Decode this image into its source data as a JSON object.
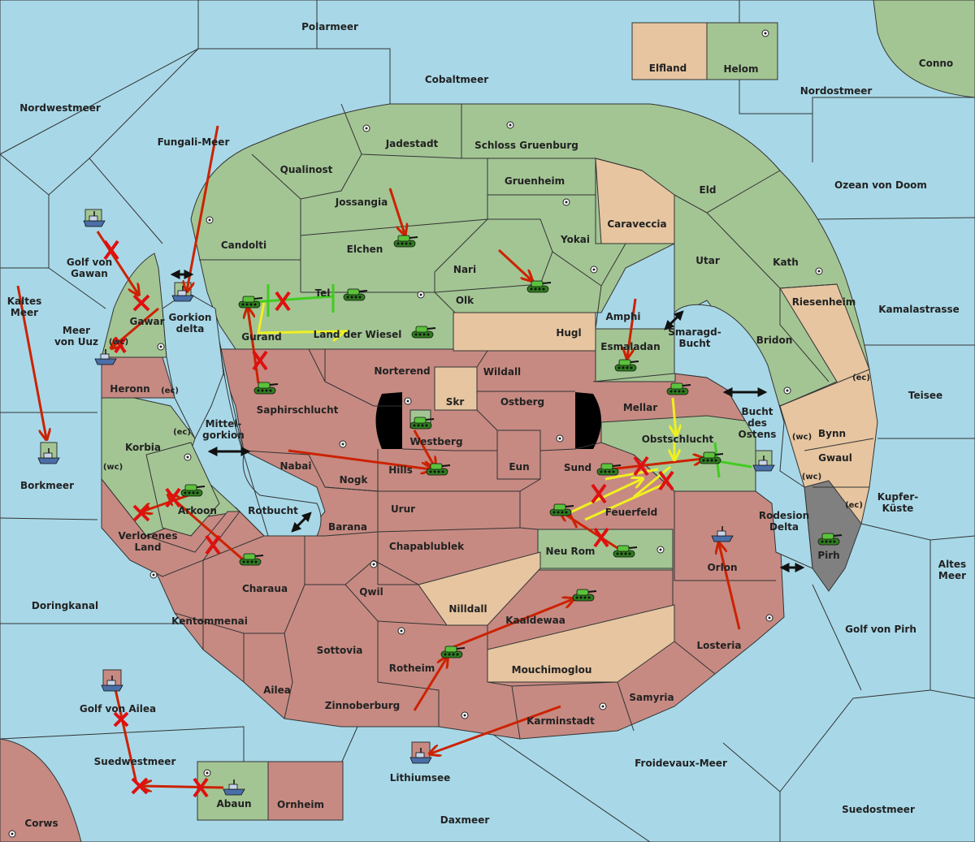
{
  "regions": {
    "polarmeer": "Polarmeer",
    "cobaltmeer": "Cobaltmeer",
    "elfland": "Elfland",
    "helom": "Helom",
    "conno": "Conno",
    "nordostmeer": "Nordostmeer",
    "nordwestmeer": "Nordwestmeer",
    "fungali": "Fungali-Meer",
    "jadestadt": "Jadestadt",
    "schloss": "Schloss Gruenburg",
    "qualinost": "Qualinost",
    "gruenheim": "Gruenheim",
    "eld": "Eld",
    "ozean": "Ozean von Doom",
    "jossangia": "Jossangia",
    "caraveccia": "Caraveccia",
    "candolti": "Candolti",
    "elchen": "Elchen",
    "yokai": "Yokai",
    "utar": "Utar",
    "kath": "Kath",
    "golf_gawan": "Golf von\nGawan",
    "nari": "Nari",
    "kaltes": "Kaltes\nMeer",
    "tel": "Tel",
    "olk": "Olk",
    "riesenheim": "Riesenheim",
    "kamala": "Kamalastrasse",
    "gorkion_delta": "Gorkion\ndelta",
    "gawar": "Gawar",
    "amphi": "Amphi",
    "meer_uuz": "Meer\nvon Uuz",
    "gurand": "Gurand",
    "land_wiesel": "Land der Wiesel",
    "hugl": "Hugl",
    "smaragd": "Smaragd-\nBucht",
    "bridon": "Bridon",
    "esmaladan": "Esmaladan",
    "norterend": "Norterend",
    "wildall": "Wildall",
    "heronn": "Heronn",
    "skr": "Skr",
    "ostberg": "Ostberg",
    "mellar": "Mellar",
    "teisee": "Teisee",
    "saphirschlucht": "Saphirschlucht",
    "bucht_ostens": "Bucht\ndes\nOstens",
    "mittelgorkion": "Mittel-\ngorkion",
    "westberg": "Westberg",
    "bynn": "Bynn",
    "korbia": "Korbia",
    "obstschlucht": "Obstschlucht",
    "gwaul": "Gwaul",
    "nabai": "Nabai",
    "hills": "Hills",
    "eun": "Eun",
    "sund": "Sund",
    "borkmeer": "Borkmeer",
    "nogk": "Nogk",
    "kupfer": "Kupfer-\nKüste",
    "arkoon": "Arkoon",
    "rotbucht": "Rotbucht",
    "urur": "Urur",
    "feuerfeld": "Feuerfeld",
    "rodesion": "Rodesion\nDelta",
    "verlorenes": "Verlorenes\nLand",
    "barana": "Barana",
    "chapablublek": "Chapablublek",
    "neu_rom": "Neu Rom",
    "pirh": "Pirh",
    "altes": "Altes\nMeer",
    "orlon": "Orlon",
    "charaua": "Charaua",
    "qwil": "Qwil",
    "doringkanal": "Doringkanal",
    "nilldall": "Nilldall",
    "kentommenai": "Kentommenai",
    "kaaldewaa": "Kaaldewaa",
    "golf_pirh": "Golf von Pirh",
    "losteria": "Losteria",
    "sottovia": "Sottovia",
    "rotheim": "Rotheim",
    "mouchimoglou": "Mouchimoglou",
    "ailea": "Ailea",
    "samyria": "Samyria",
    "golf_ailea": "Golf von Ailea",
    "zinnoberburg": "Zinnoberburg",
    "karminstadt": "Karminstadt",
    "suedwestmeer": "Suedwestmeer",
    "froidevaux": "Froidevaux-Meer",
    "lithiumsee": "Lithiumsee",
    "abaun": "Abaun",
    "ornheim": "Ornheim",
    "corws": "Corws",
    "daxmeer": "Daxmeer",
    "suedostmeer": "Suedostmeer"
  },
  "coast_marks": {
    "wc": "(wc)",
    "ec": "(ec)"
  },
  "colors": {
    "sea": "#a8d8e8",
    "green_power": "#a3c594",
    "red_power": "#c68a82",
    "neutral": "#e6c5a0",
    "impassable": "#808080",
    "move_red": "#cc2200",
    "support_yellow": "#f0f020",
    "convoy_green": "#40cc20"
  },
  "unit_icons": [
    "tank-icon",
    "ship-icon"
  ]
}
